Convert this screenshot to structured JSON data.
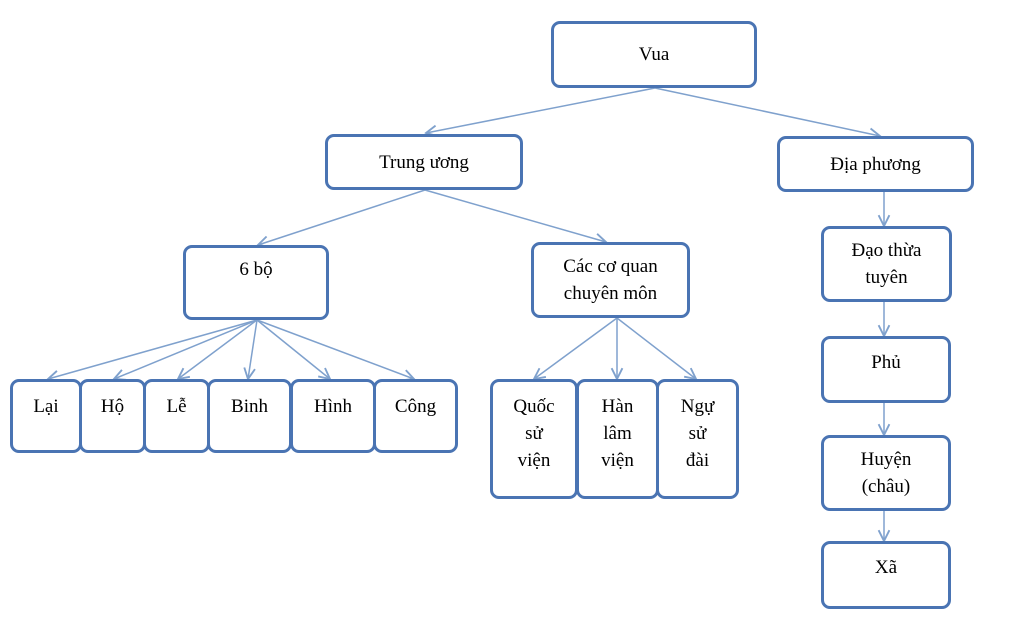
{
  "diagram": {
    "colors": {
      "stroke": "#4a74b3",
      "arrow": "#7fa1cd",
      "text": "#000000",
      "background": "#ffffff"
    },
    "nodes": {
      "vua": "Vua",
      "trung_uong": "Trung ương",
      "dia_phuong": "Địa phương",
      "sau_bo": "6 bộ",
      "co_quan": {
        "line1": "Các cơ quan",
        "line2": "chuyên môn"
      },
      "lai": "Lại",
      "ho": "Hộ",
      "le": "Lễ",
      "binh": "Binh",
      "hinh": "Hình",
      "cong": "Công",
      "quoc_su_vien": {
        "line1": "Quốc",
        "line2": "sử",
        "line3": "viện"
      },
      "han_lam_vien": {
        "line1": "Hàn",
        "line2": "lâm",
        "line3": "viện"
      },
      "ngu_su_dai": {
        "line1": "Ngự",
        "line2": "sử",
        "line3": "đài"
      },
      "dao_thua_tuyen": {
        "line1": "Đạo thừa",
        "line2": "tuyên"
      },
      "phu": "Phủ",
      "huyen": {
        "line1": "Huyện",
        "line2": "(châu)"
      },
      "xa": "Xã"
    }
  }
}
